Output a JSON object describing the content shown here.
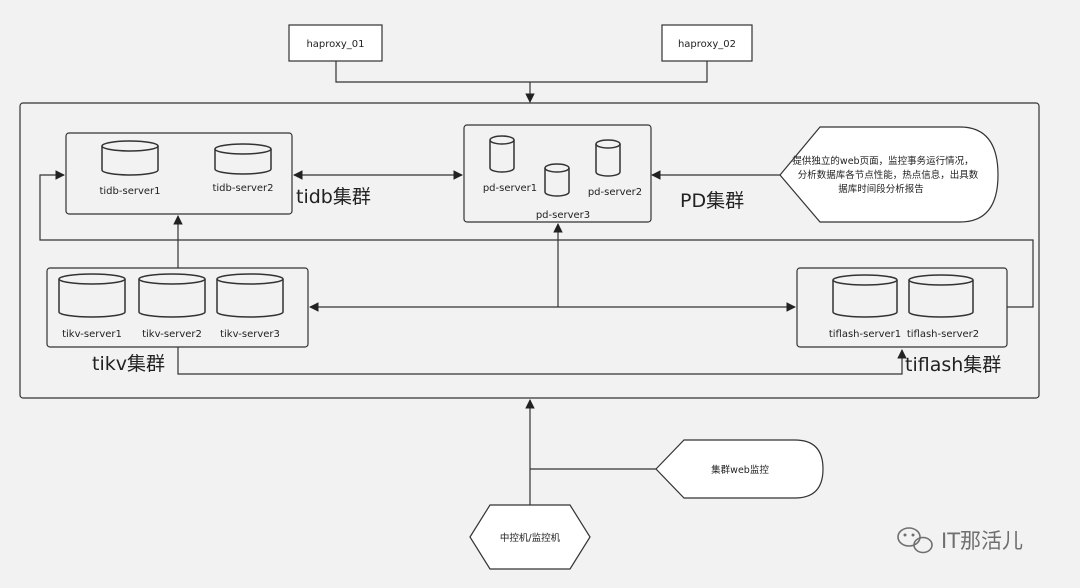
{
  "haproxy": {
    "h1": "haproxy_01",
    "h2": "haproxy_02"
  },
  "tidb": {
    "cluster_label": "tidb集群",
    "servers": [
      "tidb-server1",
      "tidb-server2"
    ]
  },
  "pd": {
    "cluster_label": "PD集群",
    "servers": [
      "pd-server1",
      "pd-server2",
      "pd-server3"
    ],
    "note_lines": [
      "提供独立的web页面，监控事务运行情况，",
      "分析数据库各节点性能，热点信息，出具数",
      "据库时间段分析报告"
    ]
  },
  "tikv": {
    "cluster_label": "tikv集群",
    "servers": [
      "tikv-server1",
      "tikv-server2",
      "tikv-server3"
    ]
  },
  "tiflash": {
    "cluster_label": "tiflash集群",
    "servers": [
      "tiflash-server1",
      "tiflash-server2"
    ]
  },
  "monitor": {
    "web_label": "集群web监控",
    "control_label": "中控机/监控机"
  },
  "watermark": {
    "text": "IT那活儿",
    "icon": "wechat-icon"
  }
}
